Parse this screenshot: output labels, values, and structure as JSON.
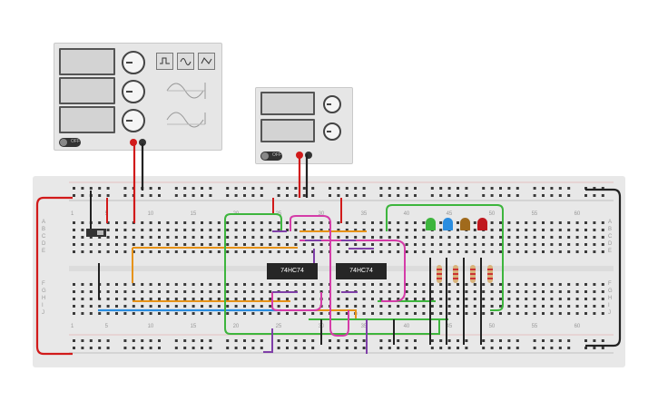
{
  "colors": {
    "red": "#d11a1a",
    "black": "#222222",
    "orange": "#e69217",
    "blue": "#2a8de0",
    "green": "#3db53d",
    "pink": "#d43ca8",
    "purple": "#7f3fa8"
  },
  "function_generator": {
    "power_label": "OFF",
    "wave_buttons": [
      "square-wave-icon",
      "sine-wave-icon",
      "triangle-wave-icon"
    ]
  },
  "power_supply": {
    "power_label": "OFF"
  },
  "breadboard": {
    "column_numbers": [
      "1",
      "5",
      "10",
      "15",
      "20",
      "25",
      "30",
      "35",
      "40",
      "45",
      "50",
      "55",
      "60"
    ],
    "row_labels_top": [
      "A",
      "B",
      "C",
      "D",
      "E"
    ],
    "row_labels_bottom": [
      "F",
      "G",
      "H",
      "I",
      "J"
    ]
  },
  "chips": [
    {
      "label": "74HC74"
    },
    {
      "label": "74HC74"
    }
  ],
  "leds": [
    {
      "color": "#3db53d"
    },
    {
      "color": "#2a8de0"
    },
    {
      "color": "#a06a1c"
    },
    {
      "color": "#c0181e"
    }
  ]
}
